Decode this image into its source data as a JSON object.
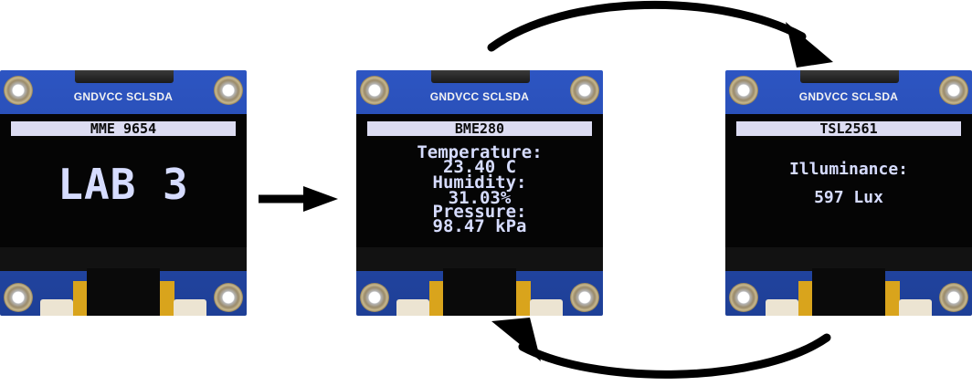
{
  "modules": [
    {
      "pin_labels": "GNDVCC SCLSDA",
      "header": "MME 9654",
      "big_text": "LAB 3"
    },
    {
      "pin_labels": "GNDVCC SCLSDA",
      "header": "BME280",
      "lines": [
        "Temperature:",
        "23.40 C",
        "Humidity:",
        "31.03%",
        "Pressure:",
        "98.47 kPa"
      ]
    },
    {
      "pin_labels": "GNDVCC SCLSDA",
      "header": "TSL2561",
      "lines": [
        "Illuminance:",
        "597 Lux"
      ]
    }
  ],
  "arrows": [
    "right-arrow",
    "curved-arrow-top",
    "curved-arrow-bottom"
  ]
}
